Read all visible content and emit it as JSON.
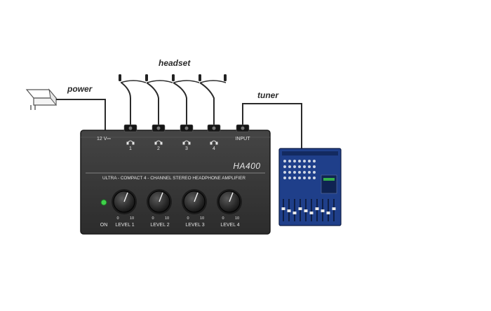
{
  "labels": {
    "headset": "headset",
    "power": "power",
    "tuner": "tuner"
  },
  "amplifier": {
    "model": "HA400",
    "description": "ULTRA - COMPACT 4 - CHANNEL STEREO HEADPHONE AMPLIFIER",
    "power_input_label": "12 V⎓",
    "input_label": "INPUT",
    "on_label": "ON",
    "outputs": [
      "1",
      "2",
      "3",
      "4"
    ],
    "levels": [
      {
        "label": "LEVEL 1",
        "min": "0",
        "max": "10"
      },
      {
        "label": "LEVEL 2",
        "min": "0",
        "max": "10"
      },
      {
        "label": "LEVEL 3",
        "min": "0",
        "max": "10"
      },
      {
        "label": "LEVEL 4",
        "min": "0",
        "max": "10"
      }
    ]
  },
  "colors": {
    "cable": "#2b2b2b",
    "device_body": "#3a3a3a",
    "device_text": "#e6e6e6",
    "led": "#3fd14a",
    "mixer_body": "#1f3f8a"
  },
  "icons": {
    "power_adapter": "power-adapter-icon",
    "headphones": "headphone-icon",
    "mixer": "mixer-icon"
  }
}
